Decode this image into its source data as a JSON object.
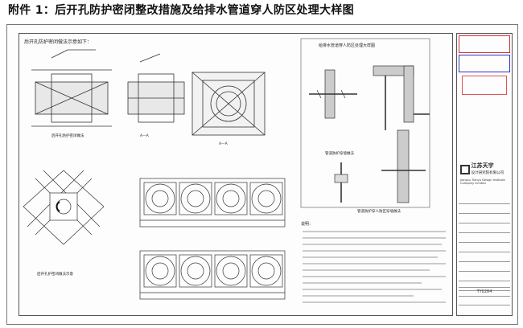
{
  "heading": "附件 1：后开孔防护密闭整改措施及给排水管道穿人防区处理大样图",
  "drawing": {
    "panel_left_title": "后开孔防护密闭做法示意如下：",
    "section_label_left": "后开孔防护密闭做法",
    "section_label_left2": "后开孔护密闭做法示意",
    "section_a": "A—A",
    "section_a2": "A—A",
    "panel_right_title": "给排水管道穿人防区处理大样图",
    "detail_label_1": "管道防护穿墙做法",
    "detail_label_2": "管道防护穿人防区穿墙做法",
    "notes_title": "说明："
  },
  "title_block": {
    "company_cn": "江苏天宇",
    "company_sub": "设计研究院有限公司",
    "company_en": "Jiangsu Tianyu Design Institute Company Limited",
    "drawing_no": "TY0284"
  }
}
